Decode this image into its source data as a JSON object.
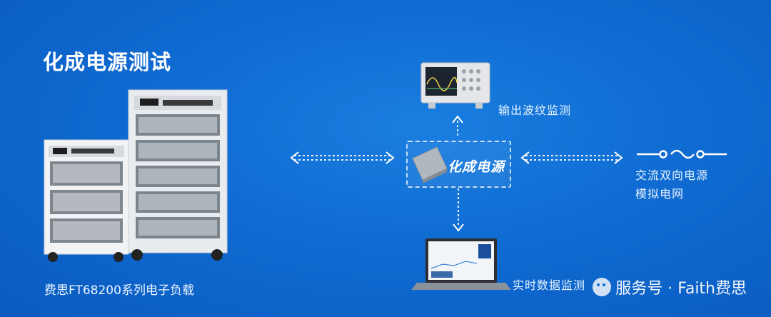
{
  "title": "化成电源测试",
  "product_caption": "费思FT68200系列电子负载",
  "center_box_label": "化成电源",
  "top_label": "输出波纹监测",
  "right_label_line1": "交流双向电源",
  "right_label_line2": "模拟电网",
  "bottom_label": "实时数据监测",
  "watermark": "服务号 · Faith费思",
  "colors": {
    "background": "#0f6bd2",
    "accent": "#ffffff"
  },
  "icons": [
    "oscilloscope-icon",
    "battery-cell-icon",
    "laptop-icon",
    "ac-source-symbol-icon",
    "wechat-icon"
  ]
}
